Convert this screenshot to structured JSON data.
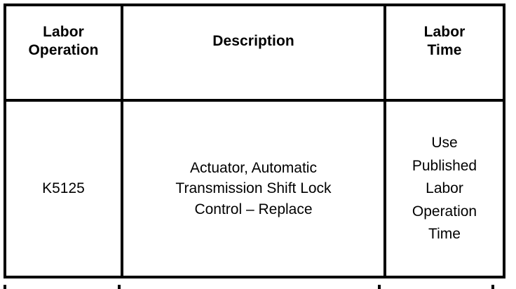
{
  "document": {
    "type": "labor-operation-table",
    "background_color": "#ffffff",
    "text_color": "#000000",
    "border_color": "#000000"
  },
  "table": {
    "headers": {
      "labor_operation": {
        "line1": "Labor",
        "line2": "Operation"
      },
      "description": {
        "line1": "Description"
      },
      "labor_time": {
        "line1": "Labor",
        "line2": "Time"
      }
    },
    "rows": [
      {
        "labor_operation": "K5125",
        "description": {
          "line1": "Actuator, Automatic",
          "line2": "Transmission Shift Lock",
          "line3": "Control – Replace"
        },
        "labor_time": {
          "line1": "Use",
          "line2": "Published",
          "line3": "Labor",
          "line4": "Operation",
          "line5": "Time"
        }
      }
    ]
  }
}
